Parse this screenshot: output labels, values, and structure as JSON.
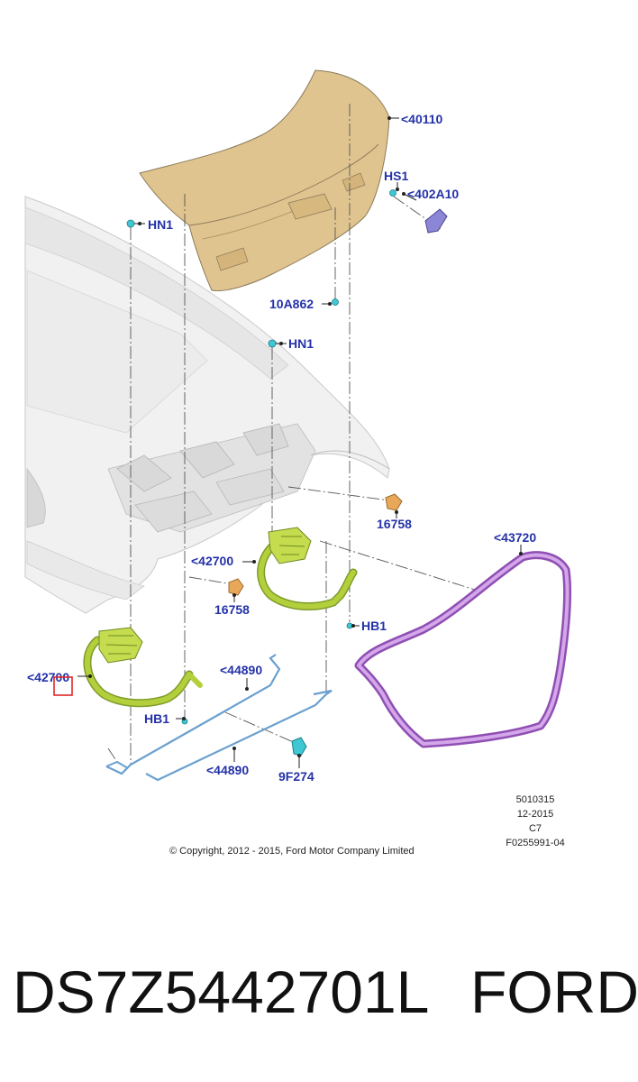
{
  "callouts": {
    "c40110": "<40110",
    "hs1": "HS1",
    "c402a10": "<402A10",
    "hn1_left": "HN1",
    "c10a862": "10A862",
    "hn1_mid": "HN1",
    "c16758_right": "16758",
    "c43720": "<43720",
    "c42700_mid": "<42700",
    "c16758_mid": "16758",
    "hb1_right": "HB1",
    "c42700_left": "<42700",
    "c44890_top": "<44890",
    "hb1_left": "HB1",
    "c44890_bottom": "<44890",
    "c9f274": "9F274"
  },
  "reference_block": {
    "line1": "5010315",
    "line2": "12-2015",
    "line3": "C7",
    "line4": "F0255991-04"
  },
  "copyright": "© Copyright, 2012 - 2015, Ford Motor Company Limited",
  "footer": {
    "part_number": "DS7Z5442701L",
    "brand": "FORD"
  },
  "colors": {
    "callout_text": "#2432a8",
    "decklid": "#e0c48f",
    "hinge": "#b4cf3c",
    "weatherstrip": "#b77ad3",
    "rod": "#6aa0cf",
    "fastener": "#3fc7d3",
    "bumper": "#e8a85a",
    "highlight_box": "#e0262a"
  }
}
